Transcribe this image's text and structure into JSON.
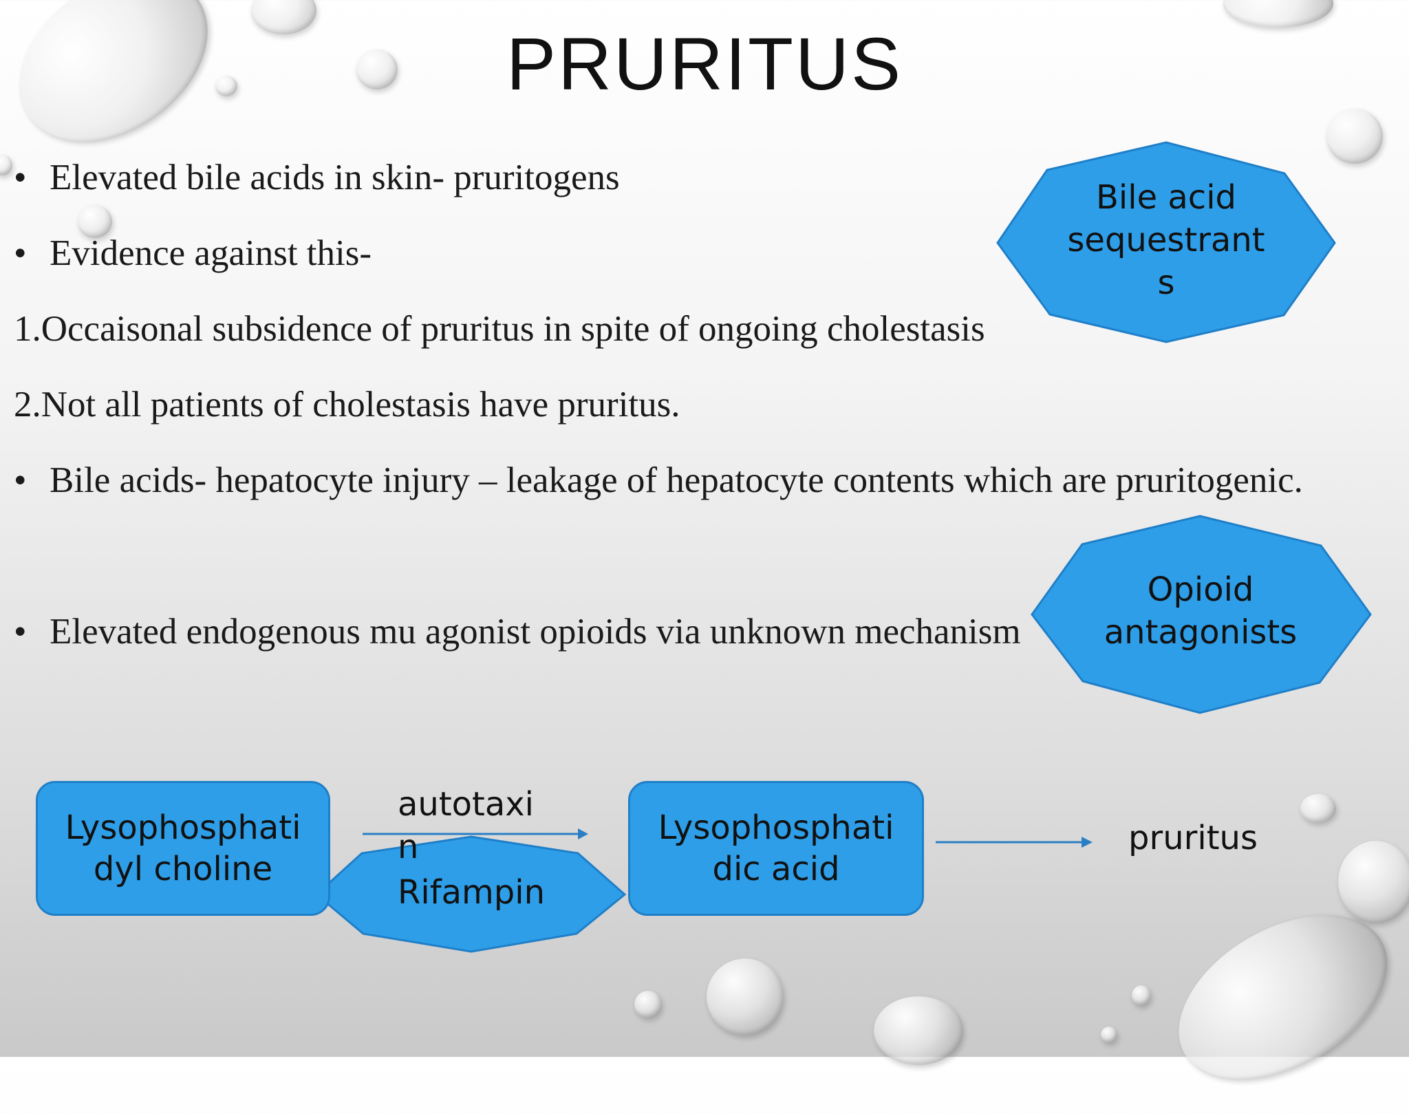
{
  "title": "PRURITUS",
  "bullets": [
    {
      "marker": "•",
      "text": "Elevated bile acids in skin- pruritogens"
    },
    {
      "marker": "•",
      "text": "Evidence against this-"
    },
    {
      "marker": "",
      "text": "1.Occaisonal subsidence of pruritus in spite of ongoing cholestasis"
    },
    {
      "marker": "",
      "text": "2.Not all patients of cholestasis have pruritus."
    },
    {
      "marker": "•",
      "text": "Bile acids- hepatocyte injury – leakage of hepatocyte contents which are pruritogenic."
    },
    {
      "marker": "•",
      "text": "Elevated endogenous mu agonist opioids via unknown mechanism"
    }
  ],
  "callouts": {
    "bile_acid": "Bile acid\nsequestrant\ns",
    "opioid": "Opioid\nantagonists",
    "rifampin": "Rifampin"
  },
  "pathway": {
    "substrate": "Lysophosphati\ndyl choline",
    "enzyme": "autotaxi\nn",
    "product": "Lysophosphati\ndic acid",
    "effect": "pruritus"
  },
  "colors": {
    "shape_fill": "#2e9ee8",
    "shape_border": "#1f7fc8",
    "arrow": "#2a7fc4"
  }
}
